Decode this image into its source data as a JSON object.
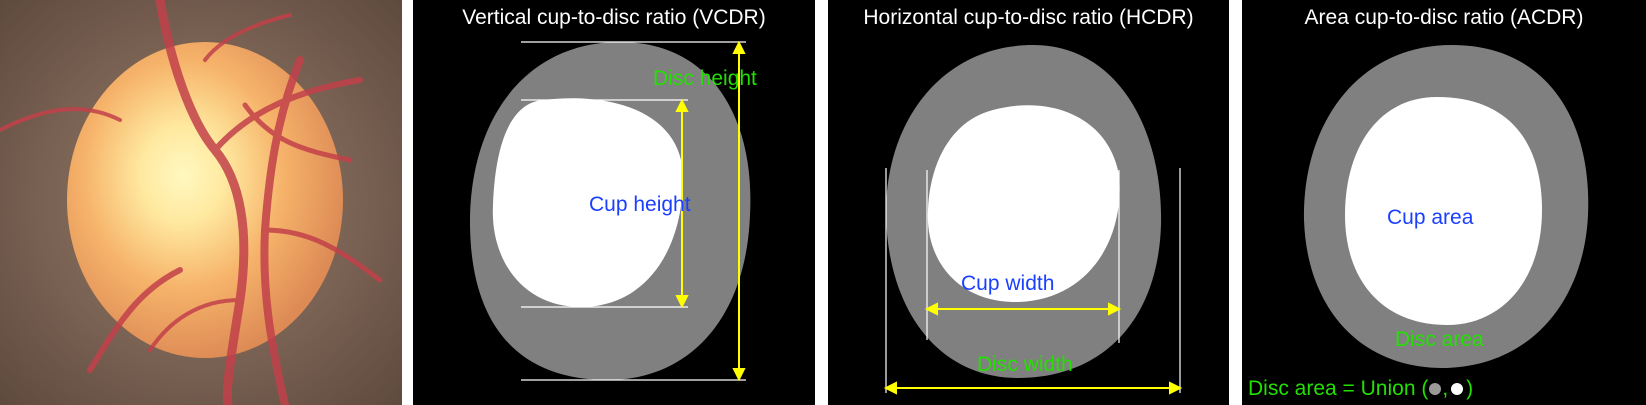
{
  "panels": {
    "fundus": {
      "icon": "optic-disc-fundus-photo"
    },
    "vcdr": {
      "title": "Vertical cup-to-disc ratio (VCDR)",
      "disc_label": "Disc height",
      "cup_label": "Cup height"
    },
    "hcdr": {
      "title": "Horizontal cup-to-disc ratio (HCDR)",
      "cup_label": "Cup width",
      "disc_label": "Disc width"
    },
    "acdr": {
      "title": "Area cup-to-disc ratio (ACDR)",
      "cup_label": "Cup area",
      "disc_label": "Disc area",
      "formula": "Disc area = Union (",
      "formula_sep": ",",
      "formula_end": ")"
    }
  },
  "colors": {
    "rim": "#808080",
    "cup": "#ffffff",
    "measure": "#ffff00",
    "cup_text": "#1a3fff",
    "disc_text": "#22e000"
  }
}
